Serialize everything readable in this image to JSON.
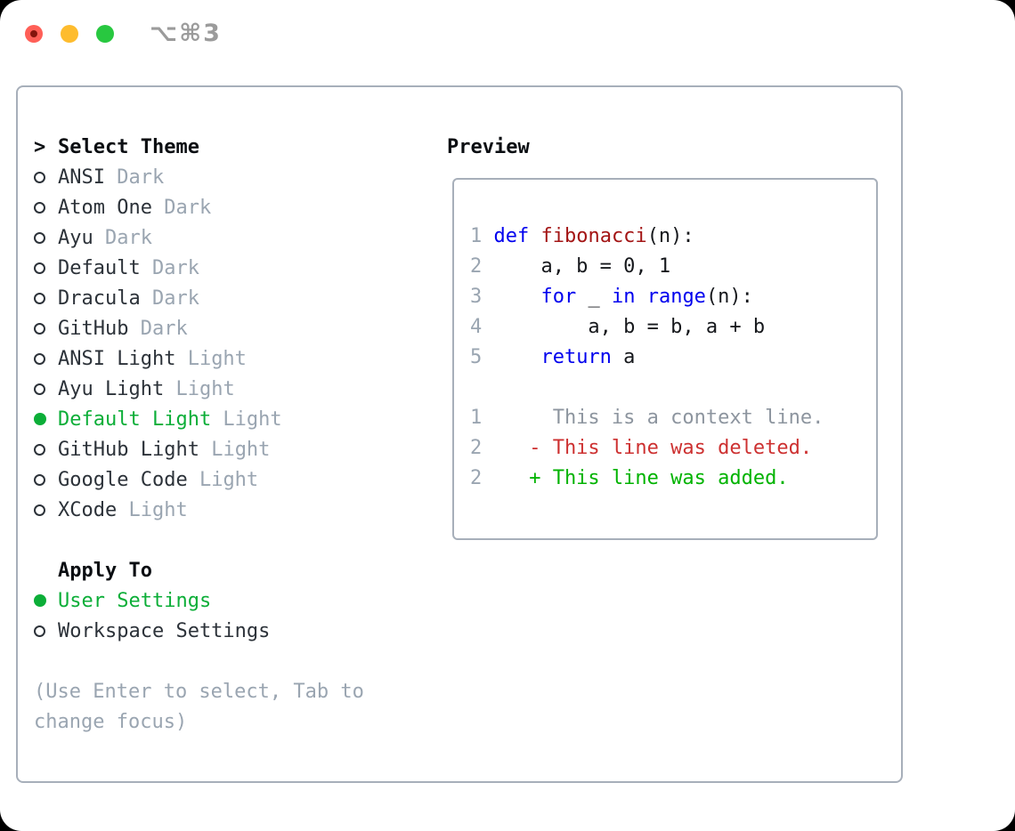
{
  "window": {
    "title": "⌥⌘3",
    "controls": [
      {
        "name": "close",
        "has_unsaved_dot": true
      },
      {
        "name": "minimize",
        "has_unsaved_dot": false
      },
      {
        "name": "zoom",
        "has_unsaved_dot": false
      }
    ]
  },
  "left_panel": {
    "header": {
      "marker": ">",
      "label": "Select Theme"
    },
    "themes": [
      {
        "name": "ANSI",
        "variant": "Dark",
        "selected": false
      },
      {
        "name": "Atom One",
        "variant": "Dark",
        "selected": false
      },
      {
        "name": "Ayu",
        "variant": "Dark",
        "selected": false
      },
      {
        "name": "Default",
        "variant": "Dark",
        "selected": false
      },
      {
        "name": "Dracula",
        "variant": "Dark",
        "selected": false
      },
      {
        "name": "GitHub",
        "variant": "Dark",
        "selected": false
      },
      {
        "name": "ANSI Light",
        "variant": "Light",
        "selected": false
      },
      {
        "name": "Ayu Light",
        "variant": "Light",
        "selected": false
      },
      {
        "name": "Default Light",
        "variant": "Light",
        "selected": true
      },
      {
        "name": "GitHub Light",
        "variant": "Light",
        "selected": false
      },
      {
        "name": "Google Code",
        "variant": "Light",
        "selected": false
      },
      {
        "name": "XCode",
        "variant": "Light",
        "selected": false
      }
    ],
    "apply_to": {
      "label": "Apply To",
      "options": [
        {
          "name": "User Settings",
          "selected": true
        },
        {
          "name": "Workspace Settings",
          "selected": false
        }
      ]
    },
    "help": [
      "(Use Enter to select, Tab to",
      "change focus)"
    ]
  },
  "preview": {
    "label": "Preview",
    "lines": [
      {
        "num": "1",
        "segments": [
          {
            "t": "def",
            "c": "keyword"
          },
          {
            "t": " ",
            "c": "plain"
          },
          {
            "t": "fibonacci",
            "c": "function"
          },
          {
            "t": "(n):",
            "c": "plain"
          }
        ]
      },
      {
        "num": "2",
        "segments": [
          {
            "t": "    a, b = 0, 1",
            "c": "plain"
          }
        ]
      },
      {
        "num": "3",
        "segments": [
          {
            "t": "    ",
            "c": "plain"
          },
          {
            "t": "for",
            "c": "keyword"
          },
          {
            "t": " _ ",
            "c": "plain"
          },
          {
            "t": "in",
            "c": "keyword"
          },
          {
            "t": " ",
            "c": "plain"
          },
          {
            "t": "range",
            "c": "keyword"
          },
          {
            "t": "(n):",
            "c": "plain"
          }
        ]
      },
      {
        "num": "4",
        "segments": [
          {
            "t": "        a, b = b, a + b",
            "c": "plain"
          }
        ]
      },
      {
        "num": "5",
        "segments": [
          {
            "t": "    ",
            "c": "plain"
          },
          {
            "t": "return",
            "c": "keyword"
          },
          {
            "t": " a",
            "c": "plain"
          }
        ]
      },
      {
        "num": "",
        "segments": []
      },
      {
        "num": "1",
        "segments": [
          {
            "t": "     This is a context line.",
            "c": "context"
          }
        ]
      },
      {
        "num": "2",
        "segments": [
          {
            "t": "   - This line was deleted.",
            "c": "deleted"
          }
        ]
      },
      {
        "num": "2",
        "segments": [
          {
            "t": "   + This line was added.",
            "c": "added"
          }
        ]
      }
    ]
  },
  "colors": {
    "border": "#a7afba",
    "header_text": "#0b0e12",
    "text": "#2c3239",
    "muted": "#9aa5b1",
    "green": "#0cae38",
    "keyword": "#0000ee",
    "function": "#a31515",
    "code_text": "#16181c",
    "context": "#8d959f",
    "deleted": "#cd3131",
    "added": "#00b300",
    "tl_red": "#ff5f57",
    "tl_red_dot": "#84150d",
    "tl_yellow": "#febc2e",
    "tl_green": "#28c840",
    "title_gray": "#9b9b9b"
  }
}
